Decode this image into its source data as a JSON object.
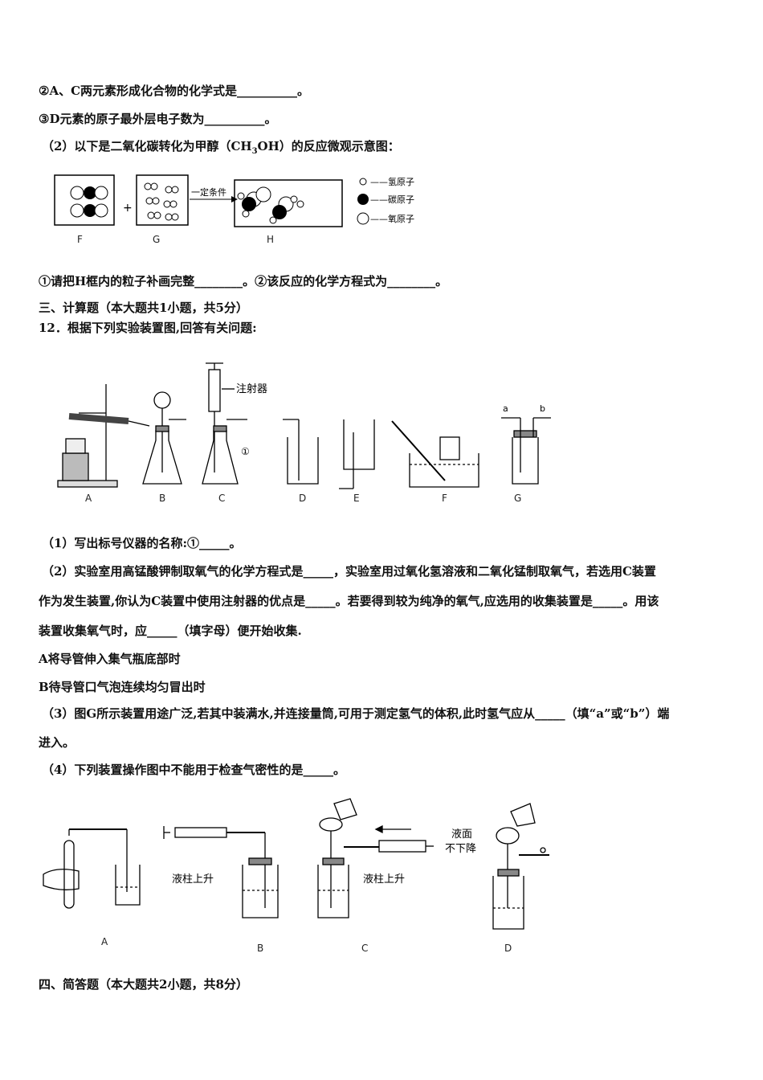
{
  "lines": {
    "q2": "②A、C两元素形成化合物的化学式是__________。",
    "q3": "③D元素的原子最外层电子数为__________。",
    "sub2_pre": "（2）以下是二氧化碳转化为甲醇（CH",
    "sub2_sub": "3",
    "sub2_post": "OH）的反应微观示意图：",
    "q_h": "①请把H框内的粒子补画完整________。②该反应的化学方程式为________。",
    "section3": "三、计算题（本大题共1小题，共5分）",
    "q12": "12．根据下列实验装置图,回答有关问题:",
    "p1": "（1）写出标号仪器的名称:①_____。",
    "p2a": "（2）实验室用高锰酸钾制取氧气的化学方程式是_____，实验室用过氧化氢溶液和二氧化锰制取氧气，若选用C装置",
    "p2b": "作为发生装置,你认为C装置中使用注射器的优点是_____。若要得到较为纯净的氧气,应选用的收集装置是_____。用该",
    "p2c": "装置收集氧气时，应_____（填字母）便开始收集.",
    "optA": "A将导管伸入集气瓶底部时",
    "optB": "B待导管口气泡连续均匀冒出时",
    "p3a": "（3）图G所示装置用途广泛,若其中装满水,并连接量筒,可用于测定氢气的体积,此时氢气应从_____（填“a”或“b”）端",
    "p3b": "进入。",
    "p4": "（4）下列装置操作图中不能用于检查气密性的是_____。",
    "section4": "四、简答题（本大题共2小题，共8分）"
  },
  "fig1": {
    "condition": "一定条件",
    "box_labels": [
      "F",
      "G",
      "H"
    ],
    "plus": "+",
    "legend": [
      "——氢原子",
      "——碳原子",
      "——氧原子"
    ]
  },
  "fig2": {
    "syringe_label": "注射器",
    "marker": "①",
    "labels": [
      "A",
      "B",
      "C",
      "D",
      "E",
      "F",
      "G"
    ],
    "port_a": "a",
    "port_b": "b"
  },
  "fig3": {
    "labels": [
      "A",
      "B",
      "C",
      "D"
    ],
    "rise_b": "液柱上升",
    "rise_c": "液柱上升",
    "level_line1": "液面",
    "level_line2": "不下降"
  }
}
